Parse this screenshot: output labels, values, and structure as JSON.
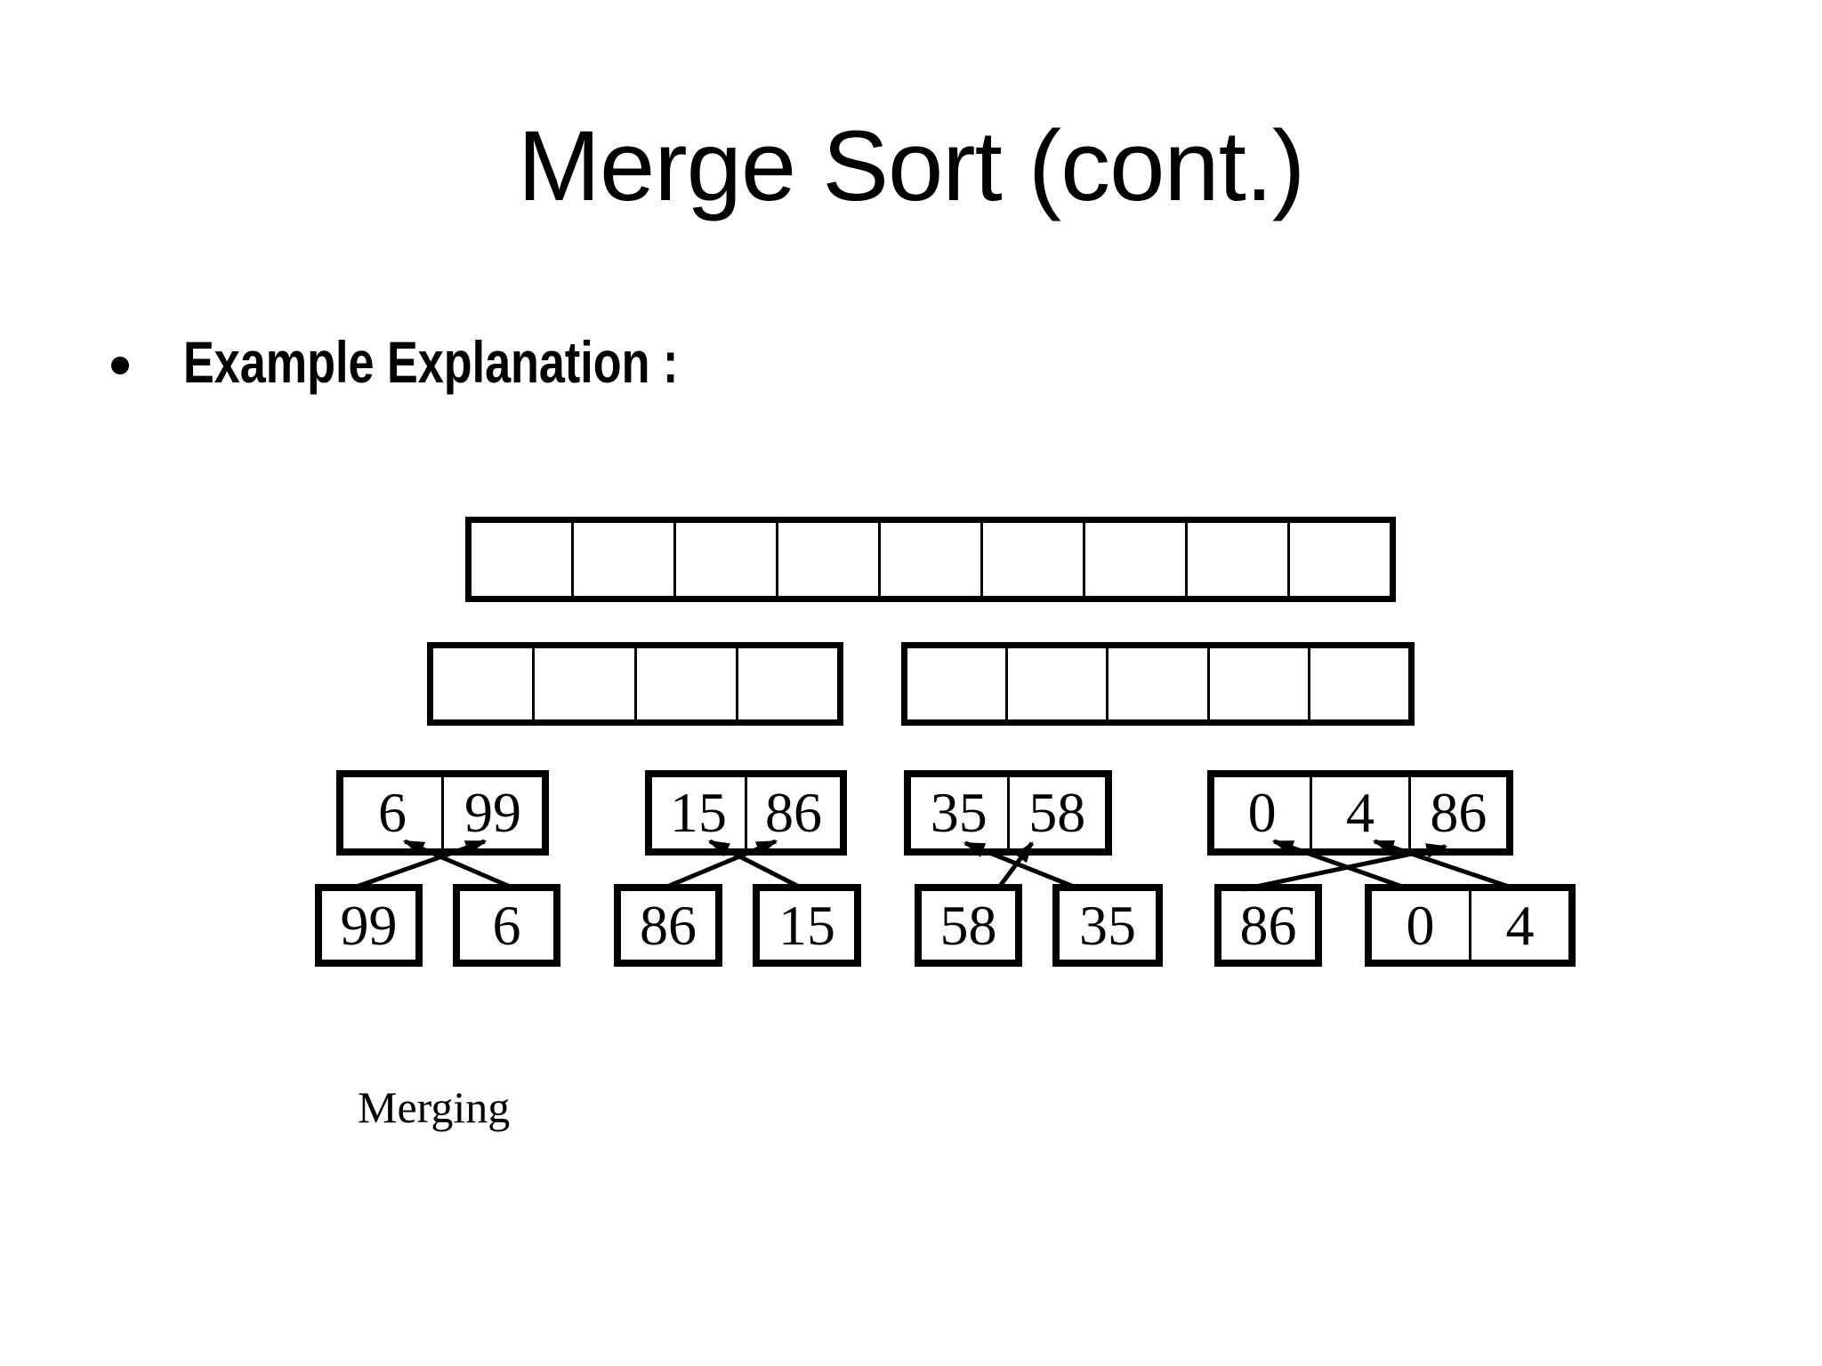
{
  "slide": {
    "title": "Merge Sort (cont.)",
    "bullet": {
      "marker": "•",
      "text": "Example Explanation :"
    },
    "diagram": {
      "caption": "Merging",
      "top_array_cell_count": 9,
      "half_arrays": {
        "left_cell_count": 4,
        "right_cell_count": 5
      },
      "merged_boxes": [
        {
          "values": [
            "6",
            "99"
          ]
        },
        {
          "values": [
            "15",
            "86"
          ]
        },
        {
          "values": [
            "35",
            "58"
          ]
        },
        {
          "values": [
            "0",
            "4",
            "86"
          ]
        }
      ],
      "split_boxes": [
        {
          "values": [
            "99"
          ]
        },
        {
          "values": [
            "6"
          ]
        },
        {
          "values": [
            "86"
          ]
        },
        {
          "values": [
            "15"
          ]
        },
        {
          "values": [
            "58"
          ]
        },
        {
          "values": [
            "35"
          ]
        },
        {
          "values": [
            "86"
          ]
        },
        {
          "values": [
            "0",
            "4"
          ]
        }
      ]
    },
    "colors": {
      "ink": "#000000",
      "background": "#ffffff"
    }
  }
}
